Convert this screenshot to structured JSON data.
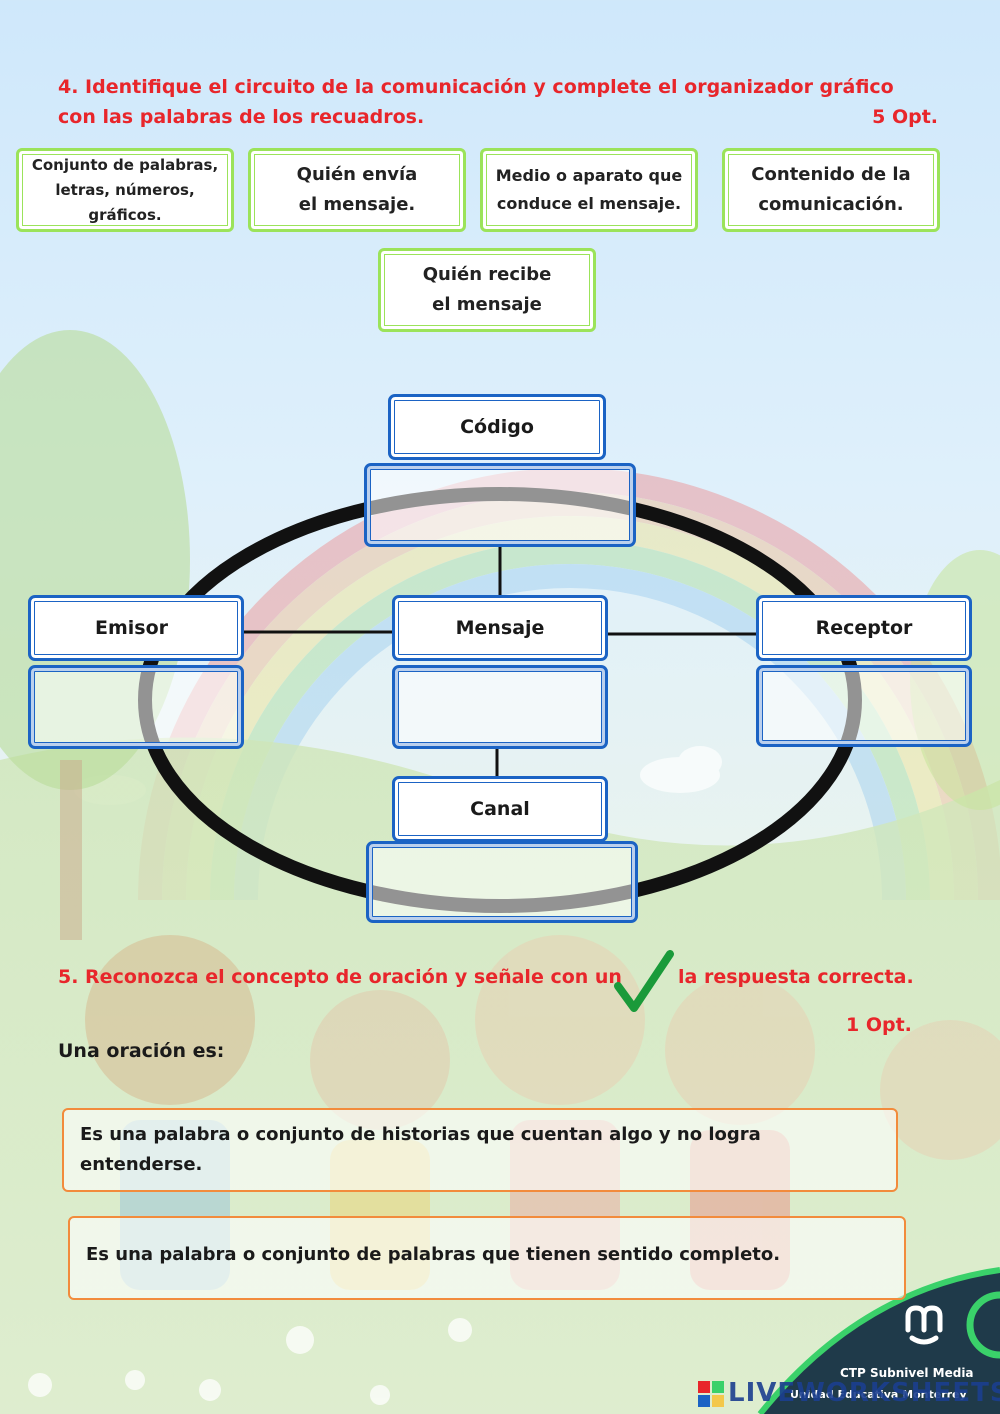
{
  "section4": {
    "title": "4. Identifique el circuito de la comunicación y complete el organizador gráfico con las palabras de los recuadros.",
    "points": "5 Opt."
  },
  "word_bank": [
    "Conjunto de palabras, letras, números, gráficos.",
    "Quién envía el mensaje.",
    "Medio o aparato que conduce el mensaje.",
    "Contenido de la comunicación.",
    "Quién recibe el mensaje"
  ],
  "diagram": {
    "codigo": "Código",
    "emisor": "Emisor",
    "mensaje": "Mensaje",
    "receptor": "Receptor",
    "canal": "Canal"
  },
  "section5": {
    "title_part1": "5. Reconozca el concepto de oración  y señale con un",
    "title_part2": "la respuesta correcta.",
    "points": "1 Opt.",
    "prompt": "Una oración es:",
    "options": [
      "Es una palabra o conjunto de historias que cuentan algo y no logra entenderse.",
      "Es una palabra o conjunto de palabras que tienen sentido completo."
    ]
  },
  "footer": {
    "line1": "CTP  Subnivel Media",
    "line2": "Unidad Educativa Monterrey",
    "brand": "LIVEWORKSHEETS"
  },
  "colors": {
    "title_red": "#e8262b",
    "node_blue": "#1b63c4",
    "word_green": "#9be35a",
    "option_orange": "#f28b3c"
  }
}
